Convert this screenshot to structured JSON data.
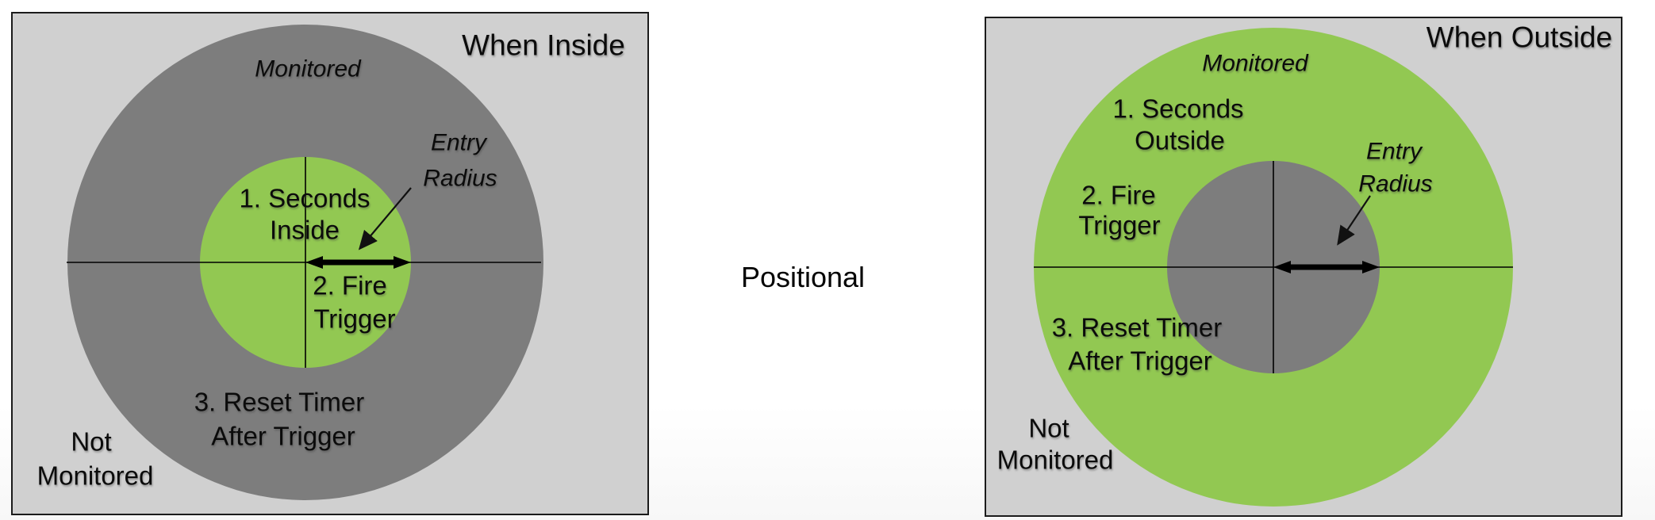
{
  "page": {
    "center_label": "Positional"
  },
  "colors": {
    "monitored_green": "#92C852",
    "zone_gray": "#7D7D7D",
    "panel_background": "#D0D0D0",
    "panel_border": "#1B1B1B",
    "line_black": "#000000"
  },
  "left_panel": {
    "title": "When Inside",
    "outer_zone_label": "Monitored",
    "not_monitored_line1": "Not",
    "not_monitored_line2": "Monitored",
    "entry_radius_line1": "Entry",
    "entry_radius_line2": "Radius",
    "step1_line1": "1. Seconds",
    "step1_line2": "Inside",
    "step2_line1": "2. Fire",
    "step2_line2": "Trigger",
    "step3_line1": "3. Reset Timer",
    "step3_line2": "After Trigger"
  },
  "right_panel": {
    "title": "When Outside",
    "outer_zone_label": "Monitored",
    "not_monitored_line1": "Not",
    "not_monitored_line2": "Monitored",
    "entry_radius_line1": "Entry",
    "entry_radius_line2": "Radius",
    "step1_line1": "1. Seconds",
    "step1_line2": "Outside",
    "step2_line1": "2. Fire",
    "step2_line2": "Trigger",
    "step3_line1": "3. Reset Timer",
    "step3_line2": "After Trigger"
  }
}
